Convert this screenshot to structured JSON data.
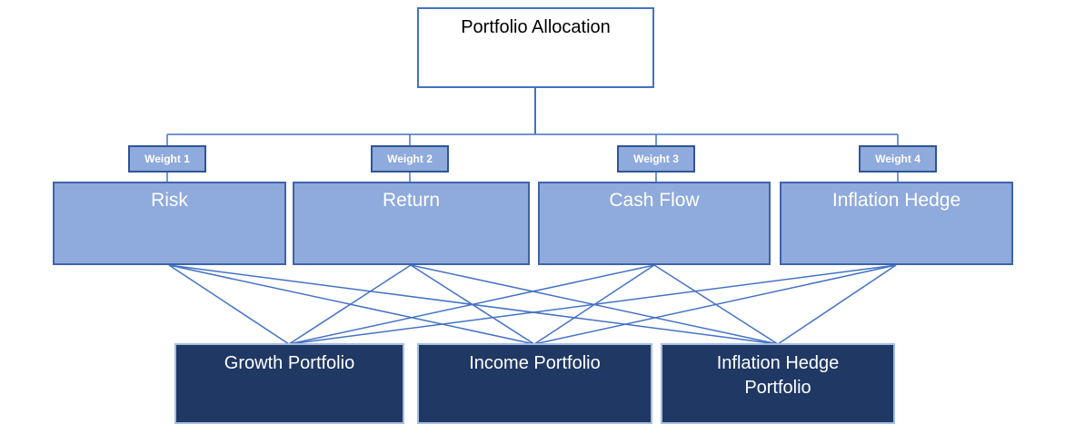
{
  "colors": {
    "canvas-bg": "#FFFFFF",
    "root-border": "#4472C4",
    "root-text": "#000000",
    "node-light-fill": "#8FAADC",
    "node-light-border": "#3E63AD",
    "chip-border": "#2E5597",
    "node-dark-fill": "#1F3864",
    "node-dark-border": "#A6BDE3",
    "node-text": "#FFFFFF",
    "line-color": "#4472C4"
  },
  "diagram": {
    "root": {
      "label": "Portfolio Allocation"
    },
    "weights": [
      {
        "label": "Weight 1"
      },
      {
        "label": "Weight 2"
      },
      {
        "label": "Weight 3"
      },
      {
        "label": "Weight 4"
      }
    ],
    "criteria": [
      {
        "label": "Risk"
      },
      {
        "label": "Return"
      },
      {
        "label": "Cash Flow"
      },
      {
        "label": "Inflation Hedge"
      }
    ],
    "portfolios": [
      {
        "label": "Growth Portfolio"
      },
      {
        "label": "Income Portfolio"
      },
      {
        "label": "Inflation Hedge Portfolio"
      }
    ]
  }
}
